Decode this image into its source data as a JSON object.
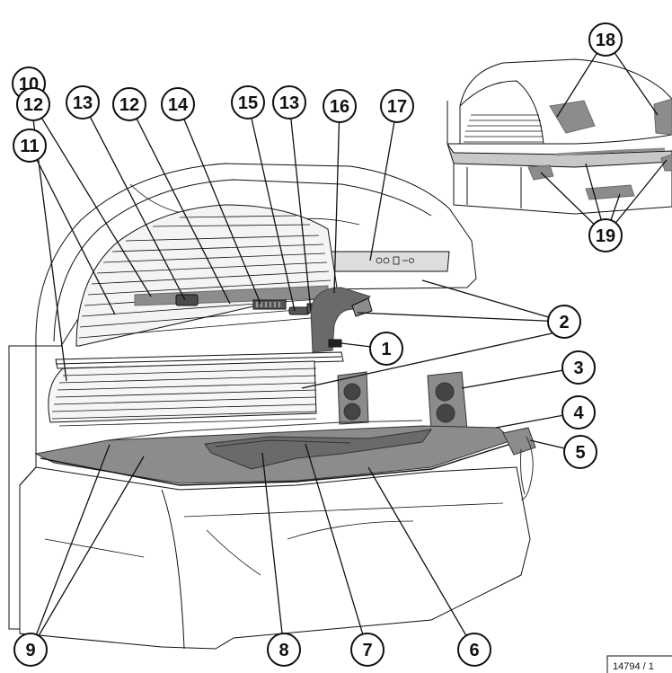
{
  "figure_id": "14794 / 1",
  "callouts": [
    {
      "number": "1"
    },
    {
      "number": "2"
    },
    {
      "number": "3"
    },
    {
      "number": "4"
    },
    {
      "number": "5"
    },
    {
      "number": "6"
    },
    {
      "number": "7"
    },
    {
      "number": "8"
    },
    {
      "number": "9"
    },
    {
      "number": "10"
    },
    {
      "number": "11"
    },
    {
      "number": "12"
    },
    {
      "number": "13"
    },
    {
      "number": "12"
    },
    {
      "number": "14"
    },
    {
      "number": "15"
    },
    {
      "number": "13"
    },
    {
      "number": "16"
    },
    {
      "number": "17"
    },
    {
      "number": "18"
    },
    {
      "number": "19"
    }
  ],
  "colors": {
    "line": "#111111",
    "shade": "#8c8c8c",
    "dark_shade": "#6a6a6a",
    "light_shade": "#c8c8c8"
  }
}
